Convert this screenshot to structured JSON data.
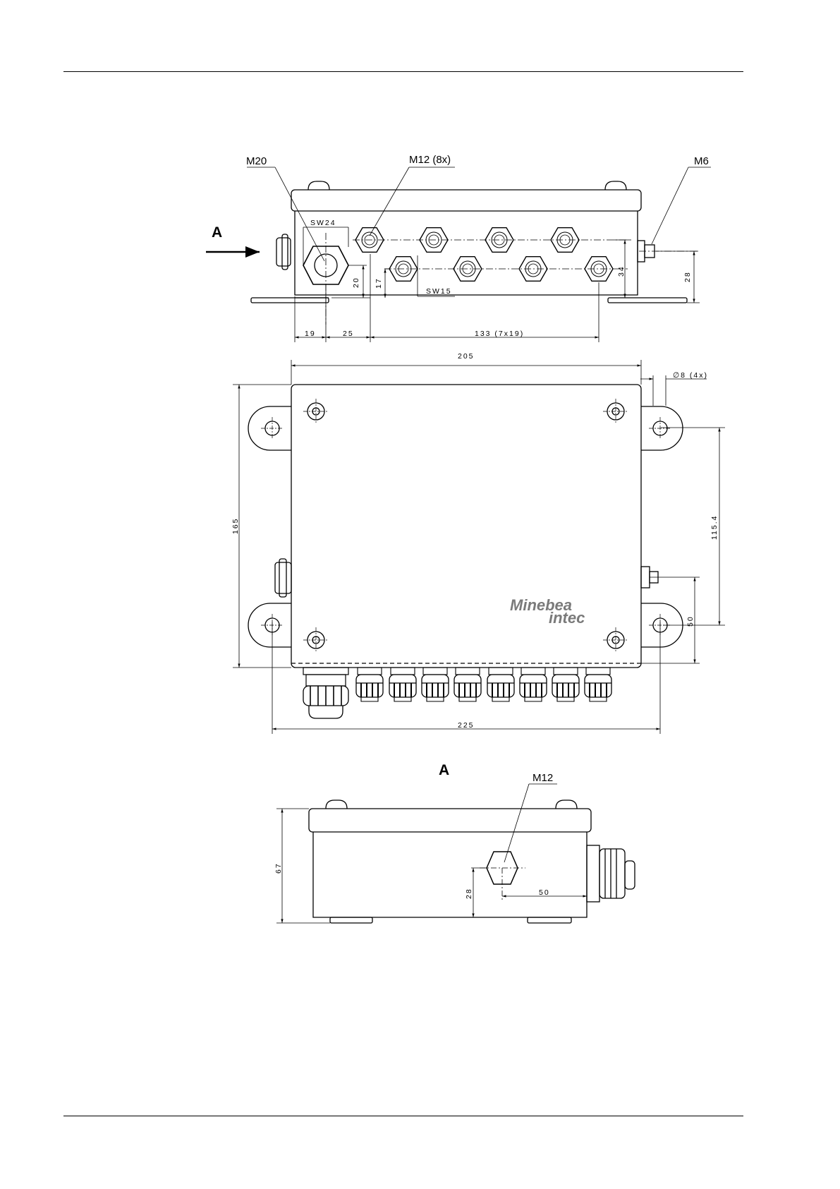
{
  "callouts": {
    "m20": "M20",
    "m12_8x": "M12 (8x)",
    "m6": "M6",
    "sw24": "SW24",
    "sw15": "SW15",
    "dia8": "∅8 (4x)",
    "m12_side": "M12"
  },
  "view_labels": {
    "arrow_a": "A",
    "view_a_title": "A"
  },
  "dimensions": {
    "d19": "19",
    "d25": "25",
    "d133": "133 (7x19)",
    "d20": "20",
    "d17": "17",
    "d34": "34",
    "d28_front": "28",
    "d205": "205",
    "d165": "165",
    "d115_4": "115.4",
    "d50_top": "50",
    "d225": "225",
    "d67": "67",
    "d28_side": "28",
    "d50_side": "50"
  },
  "logo": {
    "line1": "Minebea",
    "line2": "intec"
  }
}
